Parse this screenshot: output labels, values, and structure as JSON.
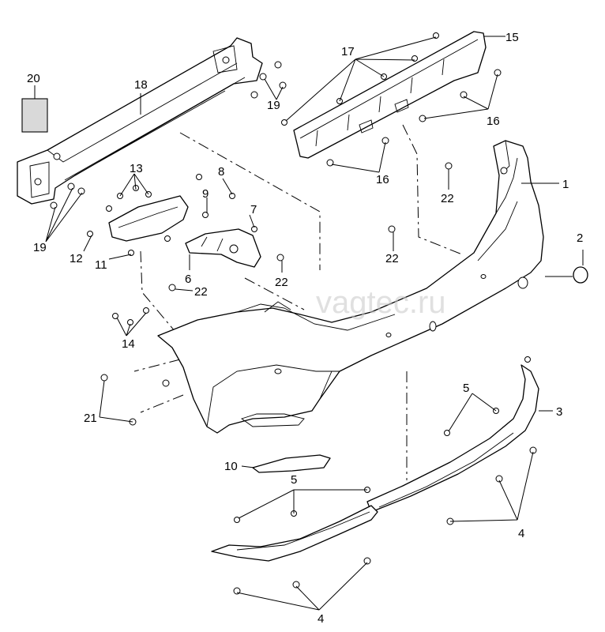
{
  "watermark": "vagtec.ru",
  "callouts": [
    "1",
    "2",
    "3",
    "4",
    "4",
    "5",
    "5",
    "6",
    "7",
    "8",
    "9",
    "10",
    "11",
    "12",
    "13",
    "14",
    "15",
    "16",
    "16",
    "17",
    "18",
    "19",
    "19",
    "20",
    "21",
    "22",
    "22",
    "22",
    "22"
  ],
  "colors": {
    "line": "#000000",
    "fill": "#ffffff",
    "shade": "#d9d9d9",
    "watermark": "#c8c8c8"
  }
}
